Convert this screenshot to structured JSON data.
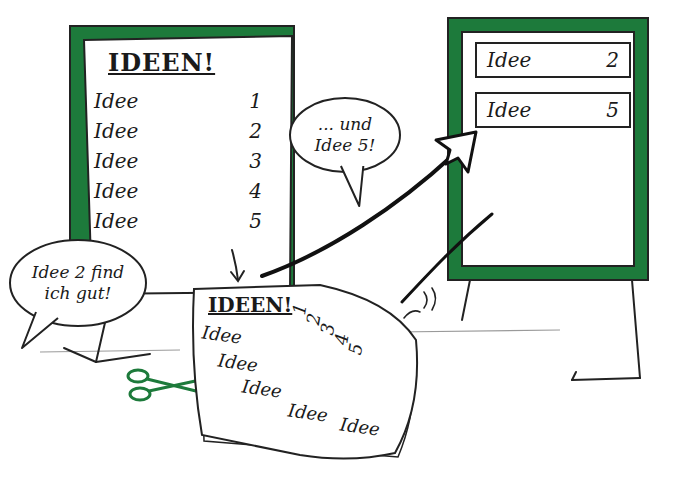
{
  "diagram": {
    "nodes": [
      {
        "text": [
          "IDEEN!",
          "Idee",
          "1",
          "Idee",
          "2",
          "Idee",
          "3",
          "Idee",
          "4",
          "Idee",
          "5"
        ]
      },
      {
        "text": [
          "Idee 2 find ich gut!"
        ]
      },
      {
        "text": [
          "IDEEN!",
          "Idee",
          "1",
          "Idee",
          "2",
          "Idee",
          "3",
          "Idee",
          "4",
          "Idee",
          "5"
        ]
      },
      {
        "text": [
          "... und Idee 5!"
        ]
      },
      {
        "text": [
          "Idee",
          "2"
        ]
      },
      {
        "text": [
          "Idee",
          "5"
        ]
      }
    ]
  }
}
